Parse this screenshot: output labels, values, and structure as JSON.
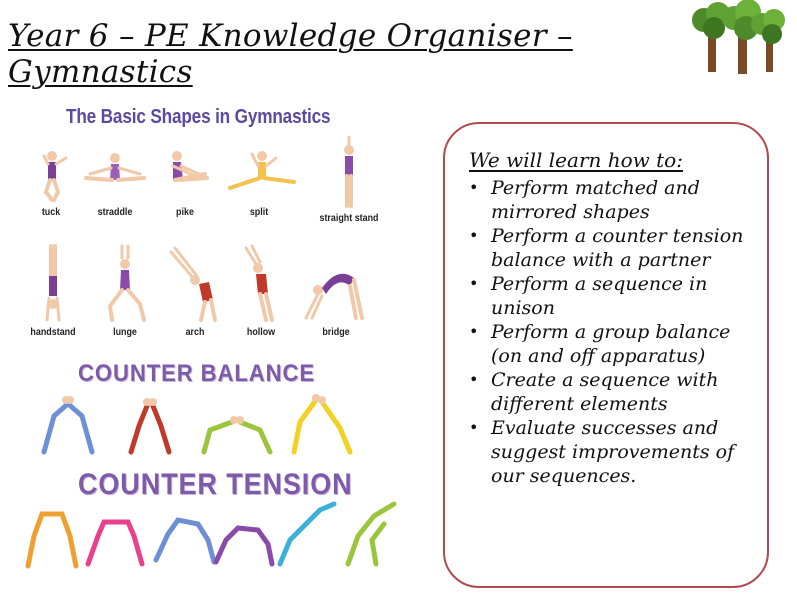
{
  "title": "Year 6 – PE Knowledge Organiser – Gymnastics",
  "logo_icon": "trees-icon",
  "shapes": {
    "heading": "The Basic Shapes in Gymnastics",
    "poses": [
      {
        "label": "tuck",
        "color": "#7b3f98"
      },
      {
        "label": "straddle",
        "color": "#9b5fb8"
      },
      {
        "label": "pike",
        "color": "#8a4ba8"
      },
      {
        "label": "split",
        "color": "#f2c14e"
      },
      {
        "label": "straight stand",
        "color": "#8a4ba8"
      },
      {
        "label": "handstand",
        "color": "#7b3f98"
      },
      {
        "label": "lunge",
        "color": "#8a4ba8"
      },
      {
        "label": "arch",
        "color": "#c0392b"
      },
      {
        "label": "hollow",
        "color": "#c0392b"
      },
      {
        "label": "bridge",
        "color": "#7b3f98"
      }
    ]
  },
  "counter_balance": {
    "heading": "COUNTER BALANCE",
    "figure_colors": [
      "#6d8fd6",
      "#c0392b",
      "#9bc53d",
      "#f2d024"
    ]
  },
  "counter_tension": {
    "heading": "COUNTER TENSION",
    "figure_colors": [
      "#f0a030",
      "#e8408a",
      "#6d8fd6",
      "#8a4ba8",
      "#3bb0d8",
      "#9bc53d"
    ]
  },
  "learn": {
    "heading": "We will learn how to:",
    "items": [
      "Perform matched and mirrored shapes",
      "Perform a counter tension balance with a partner",
      "Perform a sequence in unison",
      "Perform a group balance (on and off apparatus)",
      "Create a sequence with different elements",
      "Evaluate successes and suggest improvements of our sequences."
    ],
    "border_color": "#b04a52"
  }
}
